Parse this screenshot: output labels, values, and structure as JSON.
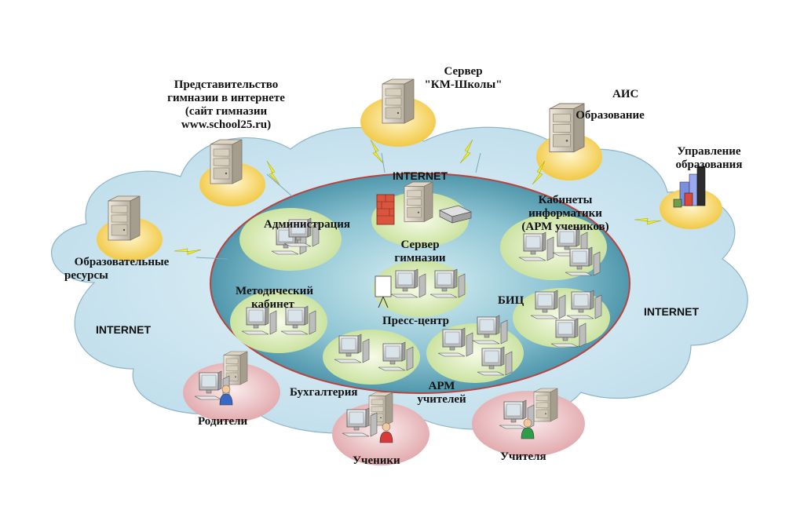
{
  "labels": {
    "representation": [
      "Представительство",
      "гимназии в интернете",
      "(сайт гимназии",
      "www.school25.ru)"
    ],
    "km_server": [
      "Сервер",
      "\"КМ-Школы\""
    ],
    "ais": [
      "АИС",
      "Образование"
    ],
    "management": [
      "Управление",
      "образования"
    ],
    "edu_resources": [
      "Образовательные",
      "ресурсы"
    ],
    "internet_top": "INTERNET",
    "internet_left": "INTERNET",
    "internet_right": "INTERNET",
    "administration": "Администрация",
    "school_server": [
      "Сервер",
      "гимназии"
    ],
    "informatics": [
      "Кабинеты",
      "информатики",
      "(АРМ учеников)"
    ],
    "methodical": [
      "Методический",
      "кабинет"
    ],
    "press_center": "Пресс-центр",
    "bic": "БИЦ",
    "accounting": "Бухгалтерия",
    "arm_teachers": [
      "АРМ",
      "учителей"
    ],
    "parents": "Родители",
    "students": "Ученики",
    "teachers": "Учителя"
  },
  "icons": {
    "server": "server-tower-icon",
    "computer": "workstation-icon",
    "firewall": "firewall-brick-icon",
    "router": "router-icon",
    "lightning": "lightning-link-icon",
    "projector": "presentation-board-icon",
    "city": "city-buildings-icon",
    "user": "user-person-icon"
  },
  "colors": {
    "cloud": "#c9e4ee",
    "cloud_stroke": "#8fb5c6",
    "lan": "#5aa0b4",
    "lan_stroke": "#b8433f",
    "green_pad": "#dcedc0",
    "yellow_pad": "#f6d572",
    "pink_pad": "#e9bcbf",
    "lightning": "#f3ee2a",
    "red_user": "#d83a3a",
    "green_user": "#2e9d4a",
    "blue_user": "#3b67c4"
  }
}
